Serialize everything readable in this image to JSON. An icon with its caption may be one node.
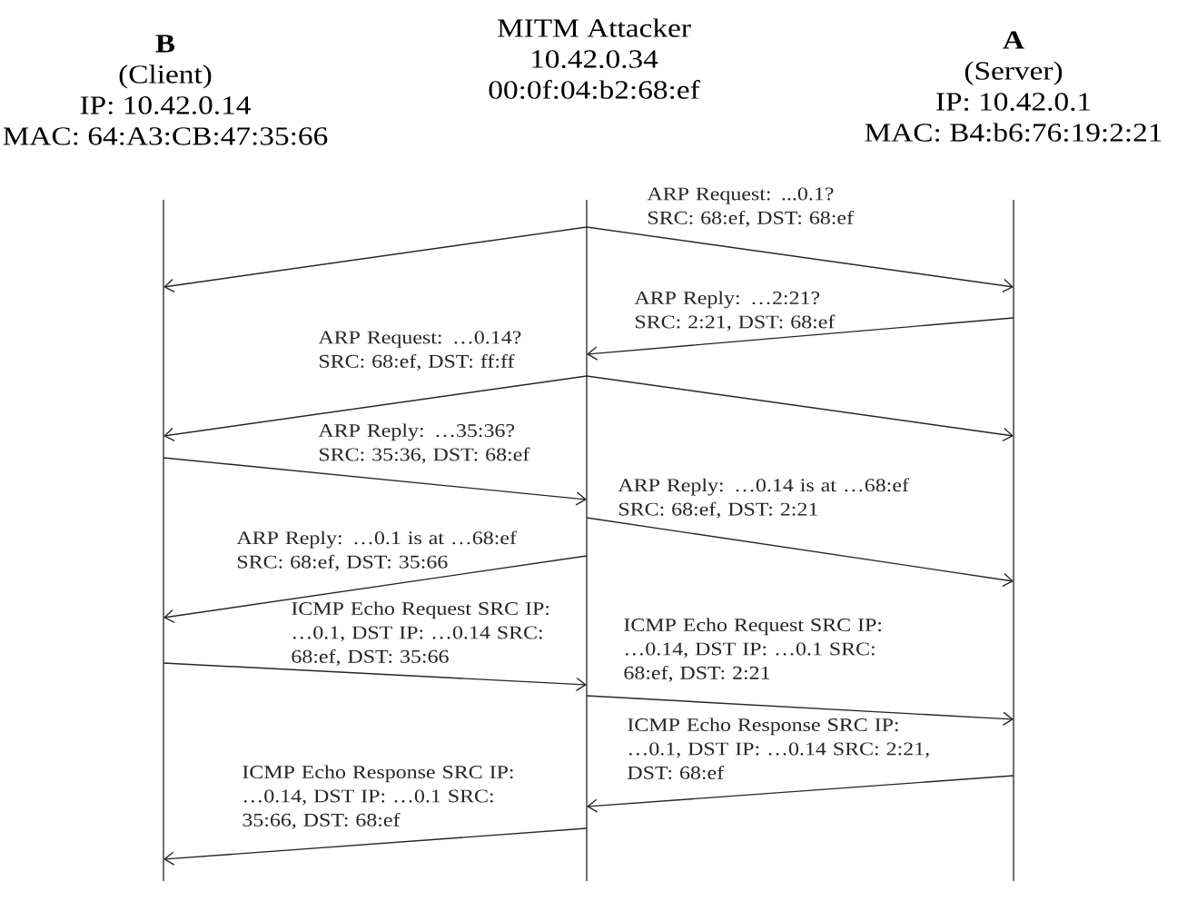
{
  "diagram": {
    "nodes": [
      {
        "text": [
          "B",
          "(Client)",
          "IP: 10.42.0.14",
          "MAC: 64:A3:CB:47:35:66"
        ]
      },
      {
        "text": [
          "MITM Attacker",
          "10.42.0.34",
          "00:0f:04:b2:68:ef"
        ]
      },
      {
        "text": [
          "A",
          "(Server)",
          "IP: 10.42.0.1",
          "MAC: B4:b6:76:19:2:21"
        ]
      }
    ],
    "edges": [
      {
        "from": 1,
        "to": 0,
        "arrow": "to"
      },
      {
        "from": 1,
        "to": 2,
        "arrow": "to",
        "label": "ARP Request: ...0.1? SRC: 68:ef, DST: 68:ef"
      },
      {
        "from": 2,
        "to": 1,
        "arrow": "to",
        "label": "ARP Reply: …2:21? SRC: 2:21, DST: 68:ef"
      },
      {
        "from": 1,
        "to": 0,
        "arrow": "to",
        "label": "ARP Request: …0.14? SRC: 68:ef, DST: ff:ff"
      },
      {
        "from": 1,
        "to": 2,
        "arrow": "to"
      },
      {
        "from": 0,
        "to": 1,
        "arrow": "to",
        "label": "ARP Reply: …35:36? SRC: 35:36, DST: 68:ef"
      },
      {
        "from": 1,
        "to": 2,
        "arrow": "to",
        "label": "ARP Reply: …0.14 is at …68:ef SRC: 68:ef, DST: 2:21"
      },
      {
        "from": 1,
        "to": 0,
        "arrow": "to",
        "label": "ARP Reply: …0.1 is at …68:ef SRC: 68:ef, DST: 35:66"
      },
      {
        "from": 0,
        "to": 1,
        "arrow": "to",
        "label": "ICMP Echo Request SRC IP: …0.1, DST IP: …0.14 SRC: 68:ef, DST: 35:66"
      },
      {
        "from": 1,
        "to": 2,
        "arrow": "to",
        "label": "ICMP Echo Request SRC IP: …0.14, DST IP: …0.1 SRC: 68:ef, DST: 2:21"
      },
      {
        "from": 2,
        "to": 1,
        "arrow": "to",
        "label": "ICMP Echo Response SRC IP: …0.1, DST IP: …0.14 SRC: 2:21, DST: 68:ef"
      },
      {
        "from": 1,
        "to": 0,
        "arrow": "to",
        "label": "ICMP Echo Response SRC IP: …0.14, DST IP: …0.1 SRC: 35:66, DST: 68:ef"
      }
    ]
  }
}
